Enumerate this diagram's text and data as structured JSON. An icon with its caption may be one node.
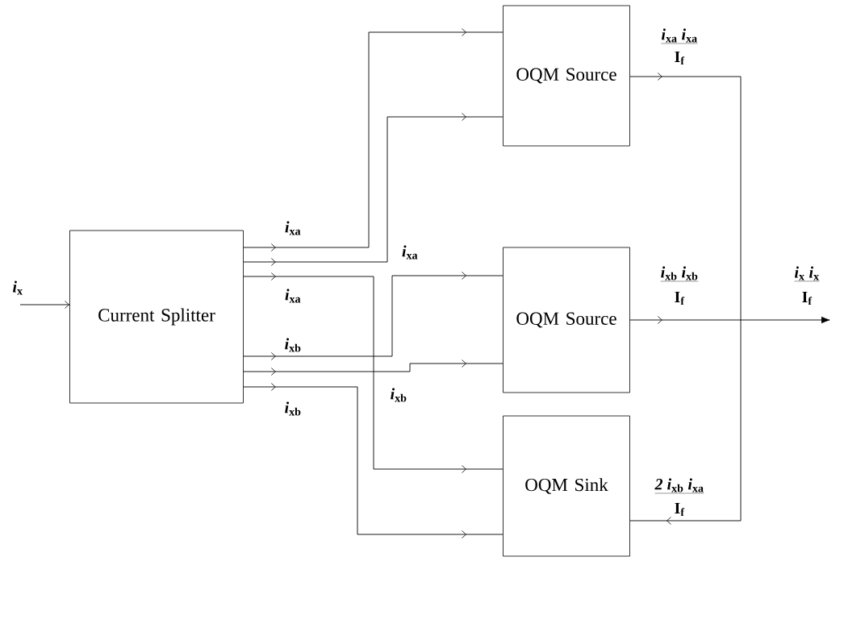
{
  "diagram": {
    "nodes": [
      {
        "text": [
          "Current Splitter"
        ]
      },
      {
        "text": [
          "OQM Source"
        ]
      },
      {
        "text": [
          "OQM Source"
        ]
      },
      {
        "text": [
          "OQM Sink"
        ]
      }
    ],
    "edges": [
      {
        "from": null,
        "to": 0,
        "arrow": "to",
        "label": "*i*$_{x}$"
      },
      {
        "from": 0,
        "to": 1,
        "arrow": "to",
        "label": "*i*$_{xa}$"
      },
      {
        "from": 0,
        "to": 1,
        "arrow": "to",
        "label": "*i*$_{xa}$"
      },
      {
        "from": 0,
        "to": 3,
        "arrow": "to",
        "label": "*i*$_{xa}$"
      },
      {
        "from": 0,
        "to": 2,
        "arrow": "to",
        "label": "*i*$_{xb}$"
      },
      {
        "from": 0,
        "to": 2,
        "arrow": "to",
        "label": "*i*$_{xb}$"
      },
      {
        "from": 0,
        "to": 3,
        "arrow": "to",
        "label": "*i*$_{xb}$"
      },
      {
        "from": 1,
        "to": 3,
        "arrow": "to",
        "label": "*i*$_{xa}$ *i*$_{xa}$"
      },
      {
        "from": 2,
        "to": null,
        "arrow": "to",
        "label": "*i*$_{xb}$ *i*$_{xb}$"
      }
    ],
    "labels": [
      "I$_{f}$",
      "I$_{f}$",
      "*i*$_{x}$ *i*$_{x}$",
      "I$_{f}$",
      "*2 i*$_{xb}$ *i*$_{xa}$",
      "I$_{f}$"
    ]
  }
}
